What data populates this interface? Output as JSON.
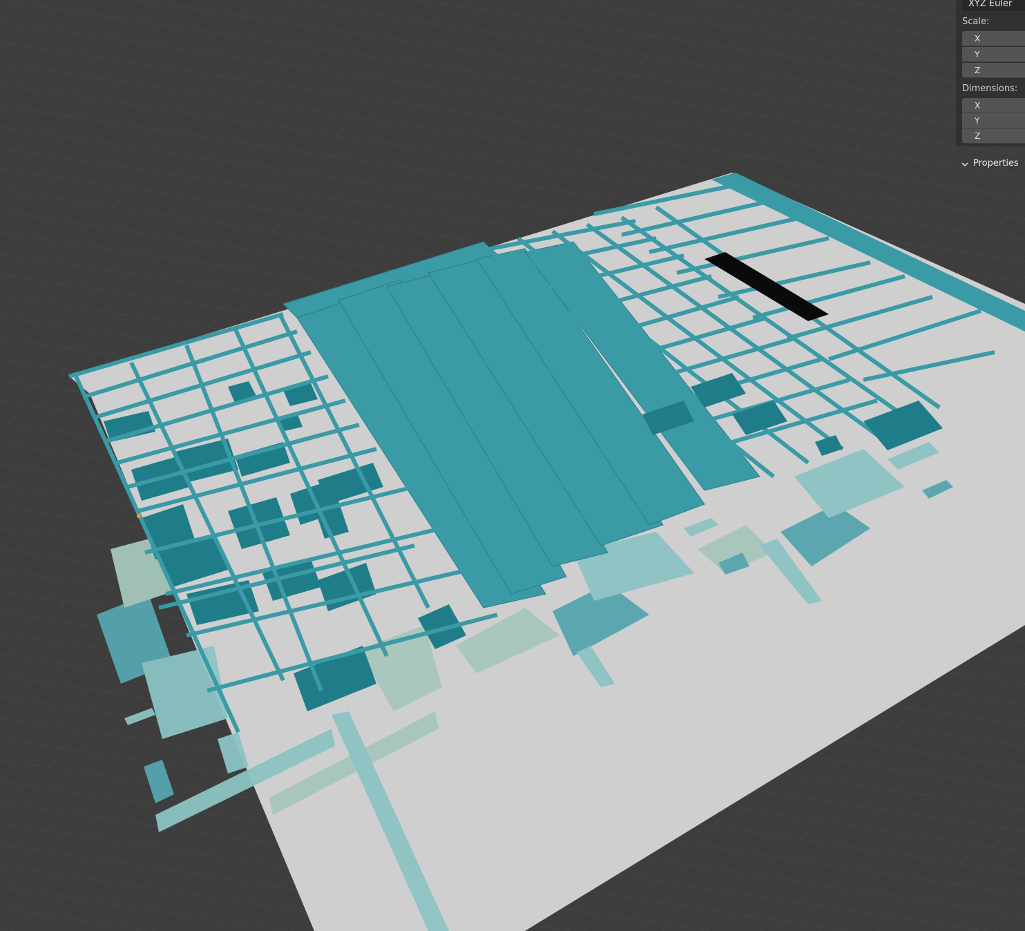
{
  "sidebar": {
    "rotation_mode": "XYZ Euler",
    "scale": {
      "label": "Scale:",
      "x": "X",
      "y": "Y",
      "z": "Z"
    },
    "dimensions": {
      "label": "Dimensions:",
      "x": "X",
      "y": "Y",
      "z": "Z"
    },
    "properties_panel": {
      "label": "Properties",
      "icon": "chevron-down-icon"
    }
  },
  "viewport": {
    "background_color": "#3d3d3d",
    "grid_color": "#4a4a4a",
    "floor_color": "#cfcfcf",
    "element_colors": [
      "#3a9aa6",
      "#1e7d88",
      "#8cc3c4",
      "#a6c6bc",
      "#56a5ae"
    ]
  }
}
